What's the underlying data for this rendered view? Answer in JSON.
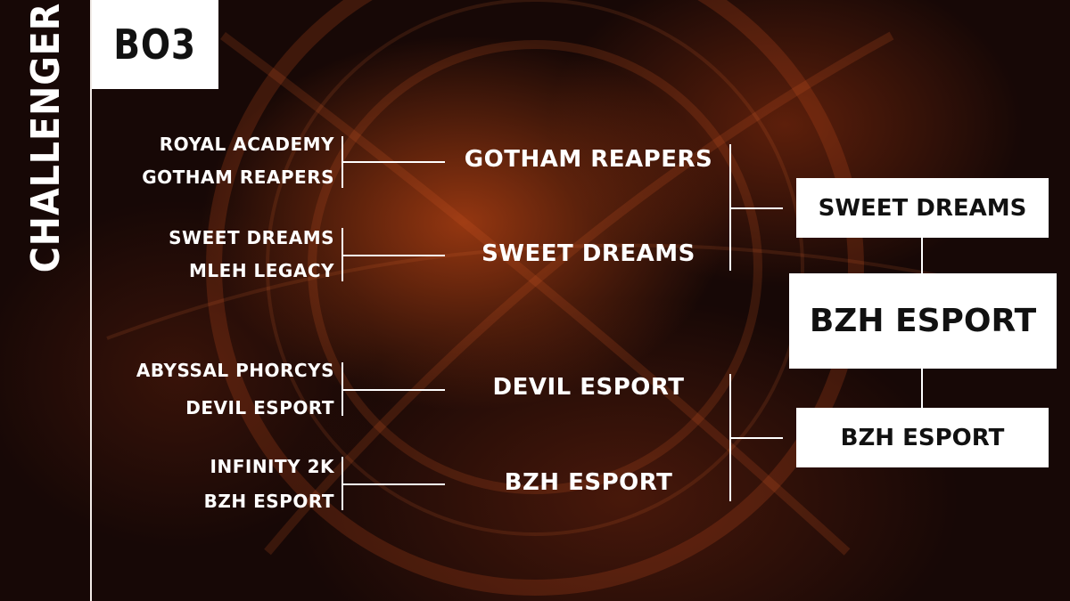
{
  "side_title": "CHALLENGER",
  "format_badge": "BO3",
  "round1": [
    {
      "top": "ROYAL ACADEMY",
      "bottom": "GOTHAM REAPERS"
    },
    {
      "top": "SWEET DREAMS",
      "bottom": "MLEH LEGACY"
    },
    {
      "top": "ABYSSAL PHORCYS",
      "bottom": "DEVIL ESPORT"
    },
    {
      "top": "INFINITY 2K",
      "bottom": "BZH ESPORT"
    }
  ],
  "round2": [
    "GOTHAM REAPERS",
    "SWEET DREAMS",
    "DEVIL ESPORT",
    "BZH ESPORT"
  ],
  "final": {
    "top": "SWEET DREAMS",
    "winner": "BZH ESPORT",
    "bottom": "BZH ESPORT"
  },
  "colors": {
    "background": "#170806",
    "accent": "#c8461a",
    "text": "#ffffff",
    "box": "#ffffff"
  }
}
